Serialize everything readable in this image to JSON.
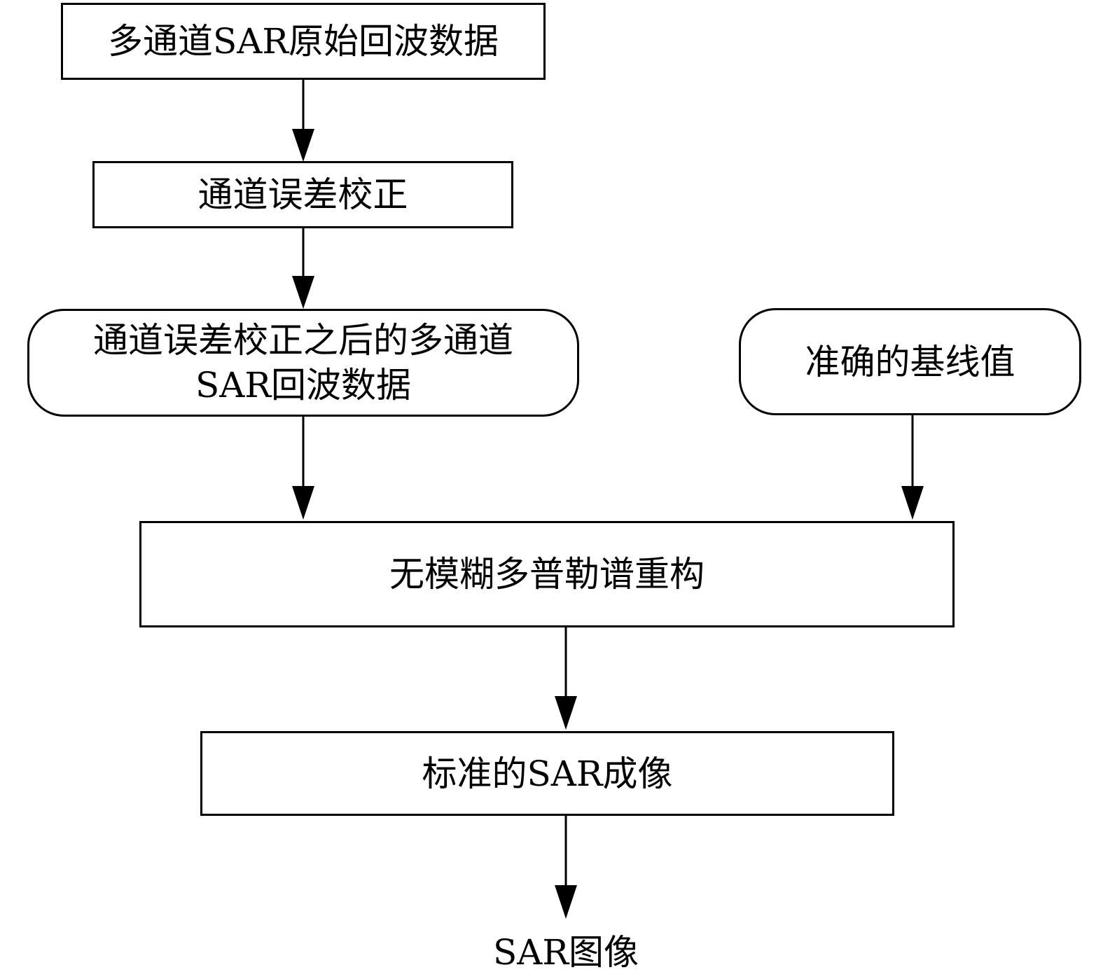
{
  "nodes": {
    "raw_echo": "多通道SAR原始回波数据",
    "channel_error_correction": "通道误差校正",
    "corrected_echo": {
      "line1": "通道误差校正之后的多通道",
      "line2": "SAR回波数据"
    },
    "accurate_baseline": "准确的基线值",
    "doppler_reconstruction": "无模糊多普勒谱重构",
    "standard_imaging": "标准的SAR成像",
    "sar_image": "SAR图像"
  }
}
